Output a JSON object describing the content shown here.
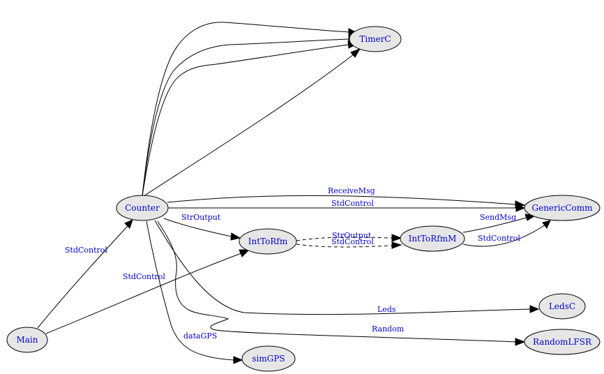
{
  "nodes": {
    "timerc": "TimerC",
    "counter": "Counter",
    "genericcomm": "GenericComm",
    "inttorfm": "IntToRfm",
    "inttorfmm": "IntToRfmM",
    "ledsc": "LedsC",
    "main": "Main",
    "randomlfsr": "RandomLFSR",
    "simgps": "simGPS"
  },
  "edges": {
    "receivemsg": "ReceiveMsg",
    "stdcontrol_counter_genericcomm": "StdControl",
    "stroutput_counter_inttorfm": "StrOutput",
    "sendmsg": "SendMsg",
    "stdcontrol_inttorfmm_genericcomm": "StdControl",
    "stroutput_inttorfm_inttorfmm": "StrOutput",
    "stdcontrol_inttorfm_inttorfmm": "StdControl",
    "stdcontrol_main_counter": "StdControl",
    "stdcontrol_main_inttorfm": "StdControl",
    "leds": "Leds",
    "random": "Random",
    "datagps": "dataGPS"
  }
}
